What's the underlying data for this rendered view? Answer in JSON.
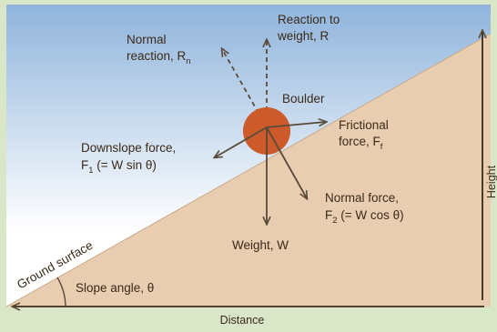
{
  "labels": {
    "reaction_line1": "Reaction to",
    "reaction_line2": "weight, R",
    "normal_reaction_line1": "Normal",
    "normal_reaction_line2": "reaction, R",
    "normal_reaction_sub": "n",
    "boulder": "Boulder",
    "frictional_line1": "Frictional",
    "frictional_line2": "force, F",
    "frictional_sub": "f",
    "downslope_line1": "Downslope force,",
    "downslope_F": "F",
    "downslope_sub": "1",
    "downslope_rest": " (= W sin θ)",
    "normal_force_line1": "Normal force,",
    "normal_force_F": "F",
    "normal_force_sub": "2",
    "normal_force_rest": " (= W cos θ)",
    "weight": "Weight, W",
    "ground_surface": "Ground surface",
    "slope_angle": "Slope angle, θ"
  },
  "axes": {
    "x_label": "Distance",
    "y_label": "Height"
  },
  "colors": {
    "sky_top": "#8fb4dc",
    "sky_bottom": "#ffffff",
    "ground": "#e8cdb0",
    "boulder": "#cc5a2a",
    "arrow": "#5a4a3a",
    "frame": "#d9e7c8"
  }
}
